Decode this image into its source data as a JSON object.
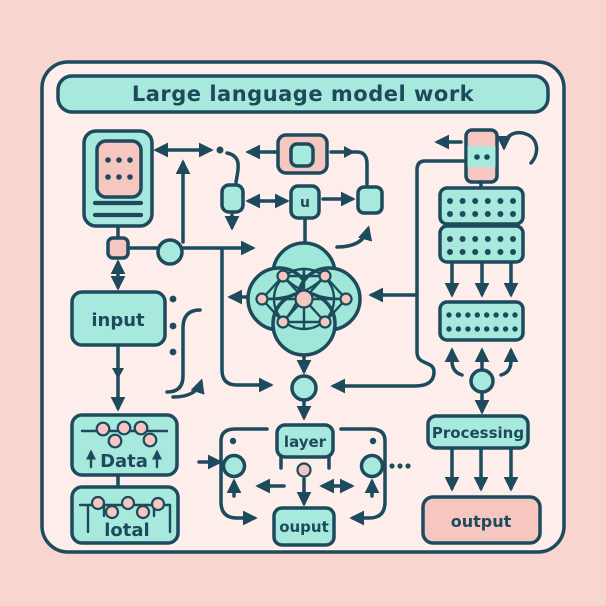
{
  "title": "Large language model work",
  "labels": {
    "input": "input",
    "data": "Data",
    "total": "lotal",
    "layer": "layer",
    "output_center": "ouput",
    "token": "u",
    "processing": "Processing",
    "output_right": "output"
  },
  "colors": {
    "outer": "#f8d5cf",
    "panel": "#fdeeec",
    "teal": "#a7e9dd",
    "teal_deep": "#9fe7d8",
    "pink": "#f6c6c0",
    "ink": "#1d4a5c"
  },
  "icons": [
    "document-card-icon",
    "token-grid-icon",
    "phone-icon",
    "refresh-loop-icon",
    "neural-network-icon",
    "bead-chart-icon",
    "dot-matrix-icon",
    "ellipsis-dots-icon"
  ]
}
